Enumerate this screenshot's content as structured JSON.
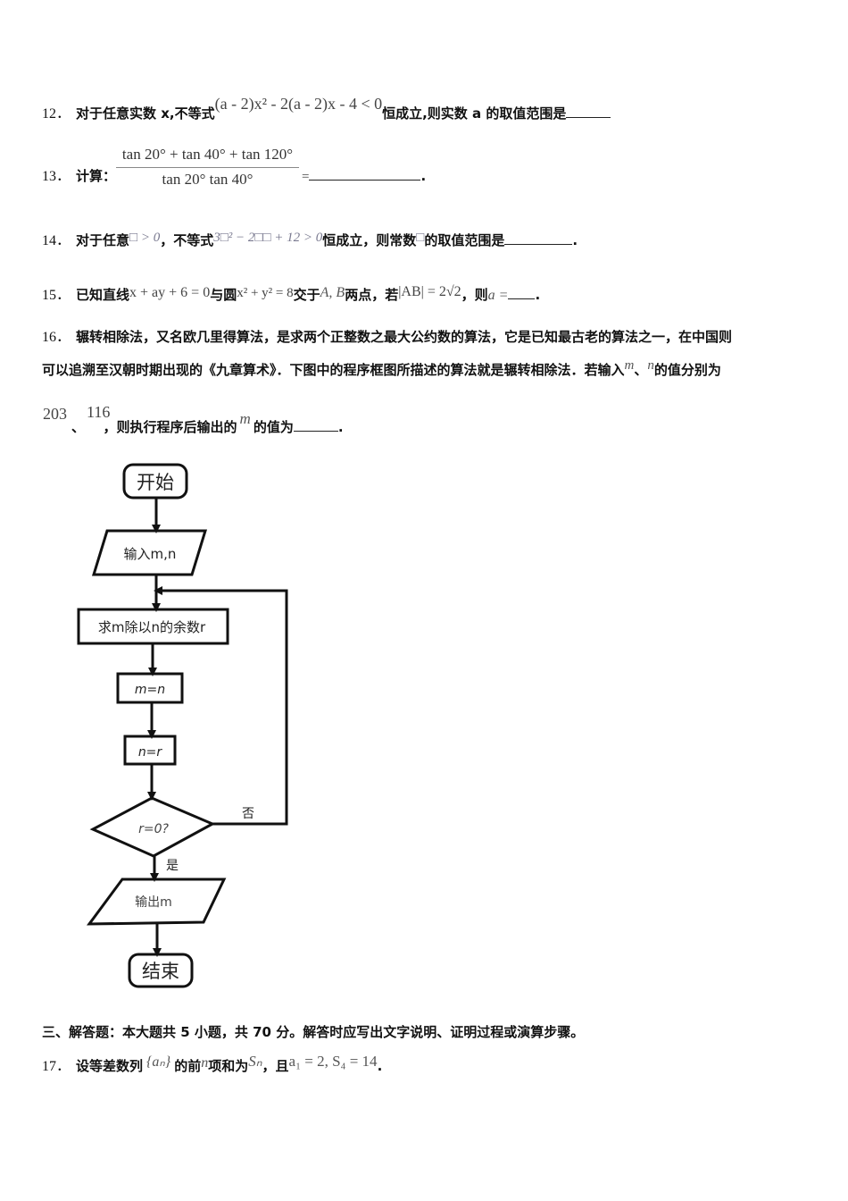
{
  "q12": {
    "number": "12．",
    "prefix": "对于任意实数 x,不等式",
    "formula": "(a - 2)x² - 2(a - 2)x - 4 < 0",
    "suffix": "恒成立,则实数 a 的取值范围是",
    "blank": "______"
  },
  "q13": {
    "number": "13．",
    "label": "计算：",
    "numerator": "tan 20°  + tan 40°  + tan 120°",
    "denominator": "tan 20°  tan 40°",
    "equals": "=",
    "end": "."
  },
  "q14": {
    "number": "14．",
    "prefix": "对于任意",
    "cond": "□ > 0",
    "mid": "，不等式",
    "formula": "3□² − 2□□ + 12 > 0",
    "suffix": "恒成立，则常数",
    "var": "□",
    "tail": "的取值范围是",
    "end": "."
  },
  "q15": {
    "number": "15．",
    "prefix": "已知直线",
    "line_eq": "x + ay + 6 = 0",
    "mid1": "与圆",
    "circle_eq": "x² + y² = 8",
    "mid2": "交于",
    "points": "A, B",
    "mid3": "两点，若",
    "dist": "|AB| = 2√2",
    "mid4": "，则",
    "ask": "a =",
    "end": "."
  },
  "q16": {
    "number": "16．",
    "line1": "辗转相除法，又名欧几里得算法，是求两个正整数之最大公约数的算法，它是已知最古老的算法之一，在中国则",
    "line2_a": "可以追溯至汉朝时期出现的《九章算术》．下图中的程序框图所描述的算法就是辗转相除法．若输入",
    "var_m": "m",
    "sep": "、",
    "var_n": "n",
    "line2_b": "的值分别为",
    "value_m": "203",
    "value_n": "116",
    "line3_a": "，则执行程序后输出的",
    "line3_var": "m",
    "line3_b": "的值为",
    "end": "."
  },
  "flowchart": {
    "start": "开始",
    "input": "输入m,n",
    "remainder": "求m除以n的余数r",
    "assign_m": "m=n",
    "assign_n": "n=r",
    "condition": "r=0?",
    "no_label": "否",
    "yes_label": "是",
    "output": "输出m",
    "end": "结束"
  },
  "section3": {
    "heading": "三、解答题：本大题共 5 小题，共 70 分。解答时应写出文字说明、证明过程或演算步骤。"
  },
  "q17": {
    "number": "17．",
    "prefix": "设等差数列",
    "seq": "{aₙ}",
    "mid1": "的前",
    "n": "n",
    "mid2": "项和为",
    "sum": "Sₙ",
    "mid3": "，且",
    "given": "a₁ = 2,   S₄ = 14",
    "end": "."
  }
}
